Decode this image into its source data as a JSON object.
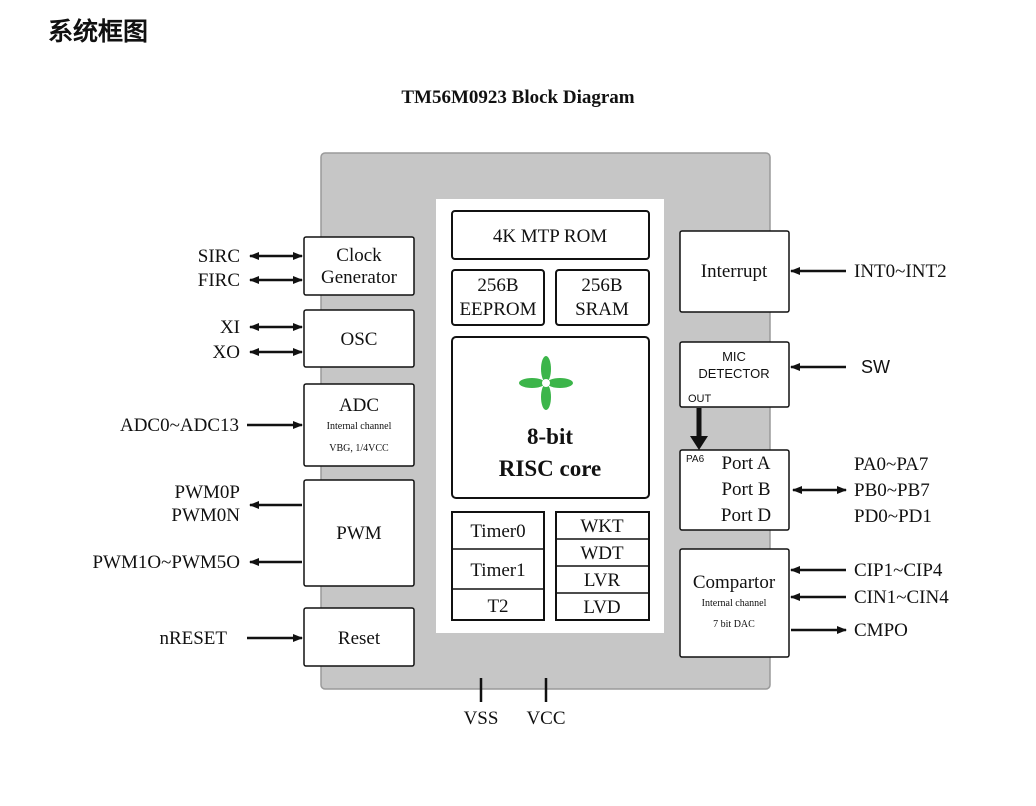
{
  "page": {
    "heading": "系统框图"
  },
  "diagram": {
    "title": "TM56M0923 Block Diagram",
    "core_blocks": {
      "rom": "4K MTP ROM",
      "eeprom_line1": "256B",
      "eeprom_line2": "EEPROM",
      "sram_line1": "256B",
      "sram_line2": "SRAM",
      "core_line1": "8-bit",
      "core_line2": "RISC core",
      "timer0": "Timer0",
      "timer1": "Timer1",
      "t2": "T2",
      "wkt": "WKT",
      "wdt": "WDT",
      "lvr": "LVR",
      "lvd": "LVD"
    },
    "left_blocks": {
      "clock_line1": "Clock",
      "clock_line2": "Generator",
      "osc": "OSC",
      "adc": "ADC",
      "adc_note1": "Internal channel",
      "adc_note2": "VBG, 1/4VCC",
      "pwm": "PWM",
      "reset": "Reset"
    },
    "right_blocks": {
      "interrupt": "Interrupt",
      "mic_line1": "MIC",
      "mic_line2": "DETECTOR",
      "mic_out": "OUT",
      "pa6": "PA6",
      "port_a": "Port A",
      "port_b": "Port B",
      "port_d": "Port D",
      "comparator": "Compartor",
      "comp_note1": "Internal channel",
      "comp_note2": "7 bit DAC"
    },
    "left_signals": {
      "sirc": "SIRC",
      "firc": "FIRC",
      "xi": "XI",
      "xo": "XO",
      "adc_in": "ADC0~ADC13",
      "pwm0p": "PWM0P",
      "pwm0n": "PWM0N",
      "pwm15": "PWM1O~PWM5O",
      "nreset": "nRESET"
    },
    "right_signals": {
      "int": "INT0~INT2",
      "sw": "SW",
      "pa": "PA0~PA7",
      "pb": "PB0~PB7",
      "pd": "PD0~PD1",
      "cip": "CIP1~CIP4",
      "cin": "CIN1~CIN4",
      "cmpo": "CMPO"
    },
    "bottom_signals": {
      "vss": "VSS",
      "vcc": "VCC"
    },
    "colors": {
      "chip_body": "#c6c6c6",
      "core_area": "#ffffff",
      "logo_green": "#3cb54a",
      "line": "#111111"
    }
  }
}
